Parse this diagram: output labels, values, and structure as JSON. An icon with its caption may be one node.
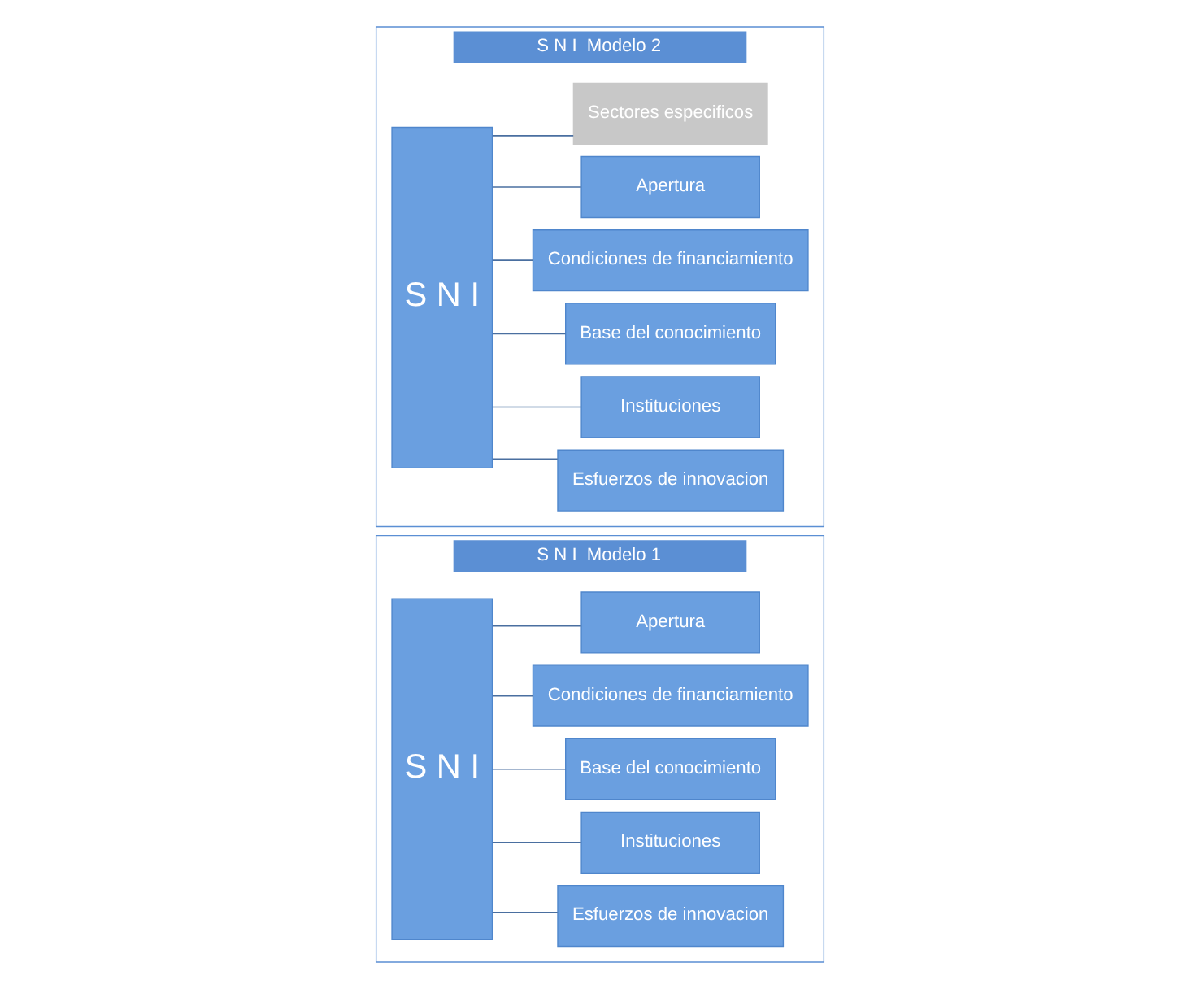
{
  "diagram": {
    "nodes": [
      {
        "text": [
          "S N I  Modelo 1"
        ]
      },
      {
        "text": [
          "S N I"
        ],
        "in": 0
      },
      {
        "text": [
          "Esfuerzos de innovacion"
        ],
        "in": 0
      },
      {
        "text": [
          "Instituciones"
        ],
        "in": 0
      },
      {
        "text": [
          "Base del conocimiento"
        ],
        "in": 0
      },
      {
        "text": [
          "Condiciones de financiamiento"
        ],
        "in": 0
      },
      {
        "text": [
          "Apertura"
        ],
        "in": 0
      },
      {
        "text": [
          "S N I  Modelo 2"
        ]
      },
      {
        "text": [
          "S N I"
        ],
        "in": 7
      },
      {
        "text": [
          "Esfuerzos de innovacion"
        ],
        "in": 7
      },
      {
        "text": [
          "Instituciones"
        ],
        "in": 7
      },
      {
        "text": [
          "Base del conocimiento"
        ],
        "in": 7
      },
      {
        "text": [
          "Condiciones de financiamiento"
        ],
        "in": 7
      },
      {
        "text": [
          "Apertura"
        ],
        "in": 7
      },
      {
        "text": [
          "Sectores especificos"
        ],
        "in": 7
      }
    ],
    "edges": [
      {
        "from": 1,
        "to": 2,
        "arrow": "none"
      },
      {
        "from": 1,
        "to": 3,
        "arrow": "none"
      },
      {
        "from": 1,
        "to": 4,
        "arrow": "none"
      },
      {
        "from": 1,
        "to": 5,
        "arrow": "none"
      },
      {
        "from": 1,
        "to": 6,
        "arrow": "none"
      },
      {
        "from": 8,
        "to": 9,
        "arrow": "none"
      },
      {
        "from": 8,
        "to": 10,
        "arrow": "none"
      },
      {
        "from": 8,
        "to": 11,
        "arrow": "none"
      },
      {
        "from": 8,
        "to": 12,
        "arrow": "none"
      },
      {
        "from": 8,
        "to": 13,
        "arrow": "none"
      },
      {
        "from": 8,
        "to": 14,
        "arrow": "none"
      }
    ]
  }
}
